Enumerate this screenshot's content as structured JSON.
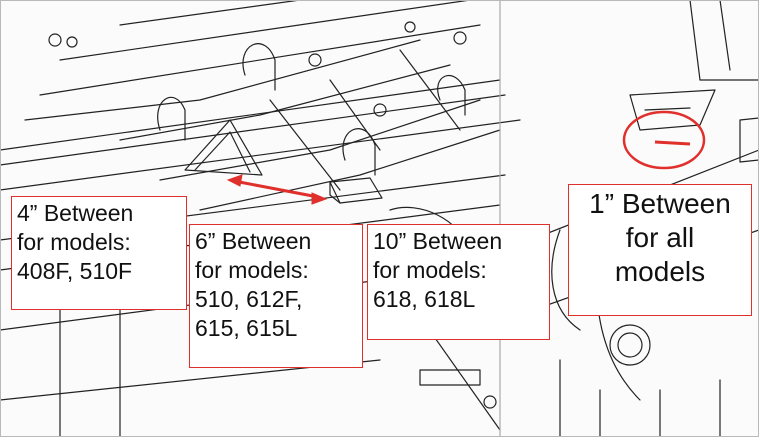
{
  "callouts": {
    "c4": {
      "line1": "4” Between",
      "line2": "for models:",
      "line3": "408F, 510F"
    },
    "c6": {
      "line1": "6” Between",
      "line2": "for models:",
      "line3": "510, 612F,",
      "line4": "615, 615L"
    },
    "c10": {
      "line1": "10” Between",
      "line2": "for models:",
      "line3": "618, 618L"
    },
    "c1": {
      "line1": "1” Between",
      "line2": "for all",
      "line3": "models"
    }
  },
  "colors": {
    "callout_border": "#e0302c",
    "arrow": "#e0302c",
    "linework": "#222222"
  }
}
